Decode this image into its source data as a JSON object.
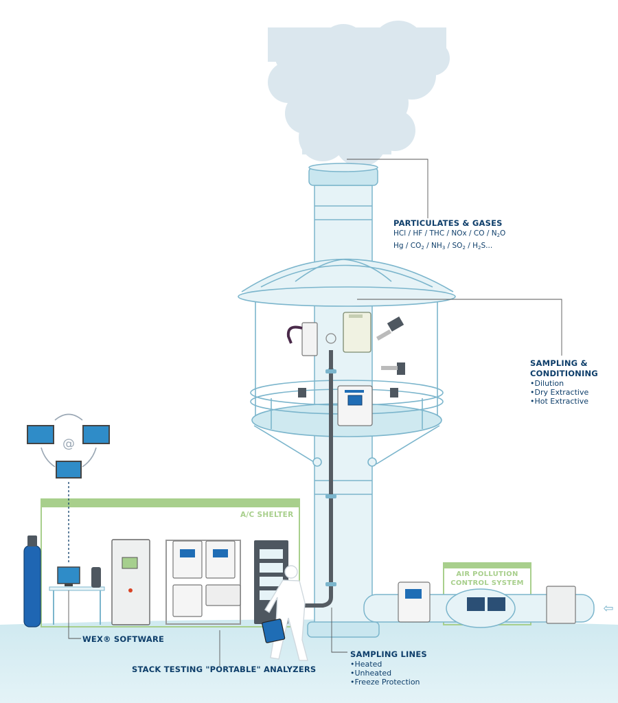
{
  "colors": {
    "navy": "#0e3e6a",
    "outline": "#7bb5cc",
    "fill_light": "#e6f3f7",
    "fill_mid": "#c9e6ef",
    "ground": "#cfe9f0",
    "shelter_green": "#a8cf8c",
    "smoke": "#dbe7ee",
    "cable": "#555c63",
    "device_blue": "#1f6db5",
    "cylinder_blue": "#1f66b3"
  },
  "labels": {
    "particulates": {
      "title": "PARTICULATES & GASES",
      "line1": "HCl / HF / THC / NOx / CO / N2O",
      "line2": "Hg / CO2 / NH3 / SO2 / H2S..."
    },
    "sampling_conditioning": {
      "title_1": "SAMPLING &",
      "title_2": "CONDITIONING",
      "items": [
        "Dilution",
        "Dry Extractive",
        "Hot Extractive"
      ]
    },
    "shelter": "A/C SHELTER",
    "apcs_1": "AIR POLLUTION",
    "apcs_2": "CONTROL SYSTEM",
    "wex": "WEX® SOFTWARE",
    "stack_testing": "STACK TESTING \"PORTABLE\" ANALYZERS",
    "sampling_lines": {
      "title": "SAMPLING LINES",
      "items": [
        "Heated",
        "Unheated",
        "Freeze Protection"
      ]
    },
    "network_symbol": "@",
    "flow_arrow": "⇦"
  }
}
